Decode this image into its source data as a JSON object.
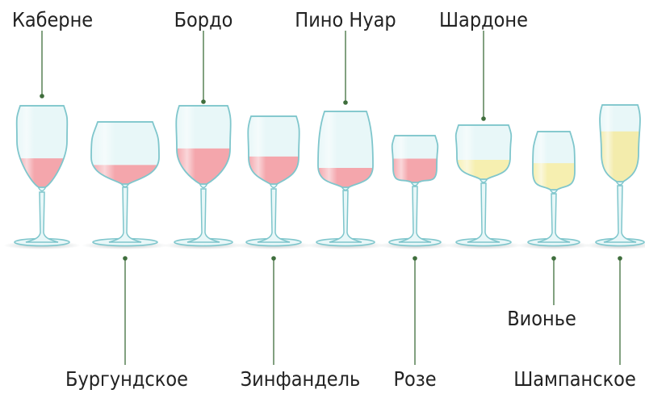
{
  "colors": {
    "glass_edge": "#7fc6cc",
    "glass_fill": "#e8f7f8",
    "red_wine": "#f4a6ac",
    "white_wine": "#f6efb0",
    "champagne": "#f3ecac",
    "leader": "#3f6e3c",
    "shadow": "#9aa6a8"
  },
  "glasses": [
    {
      "id": "cabernet",
      "label": "Каберне",
      "label_pos": "top",
      "wine": "red",
      "fill_level": 0.35
    },
    {
      "id": "burgundy",
      "label": "Бургундское",
      "label_pos": "bottom",
      "wine": "red",
      "fill_level": 0.3
    },
    {
      "id": "bordeaux",
      "label": "Бордо",
      "label_pos": "top",
      "wine": "red",
      "fill_level": 0.45
    },
    {
      "id": "zinfandel",
      "label": "Зинфандель",
      "label_pos": "bottom",
      "wine": "red",
      "fill_level": 0.4
    },
    {
      "id": "pinot-noir",
      "label": "Пино Нуар",
      "label_pos": "top",
      "wine": "red",
      "fill_level": 0.25
    },
    {
      "id": "rose",
      "label": "Розе",
      "label_pos": "bottom",
      "wine": "red",
      "fill_level": 0.5
    },
    {
      "id": "chardonnay",
      "label": "Шардоне",
      "label_pos": "top",
      "wine": "white",
      "fill_level": 0.35
    },
    {
      "id": "viognier",
      "label": "Вионье",
      "label_pos": "bottom",
      "wine": "white",
      "fill_level": 0.45
    },
    {
      "id": "champagne",
      "label": "Шампанское",
      "label_pos": "bottom",
      "wine": "champagne",
      "fill_level": 0.65
    }
  ]
}
